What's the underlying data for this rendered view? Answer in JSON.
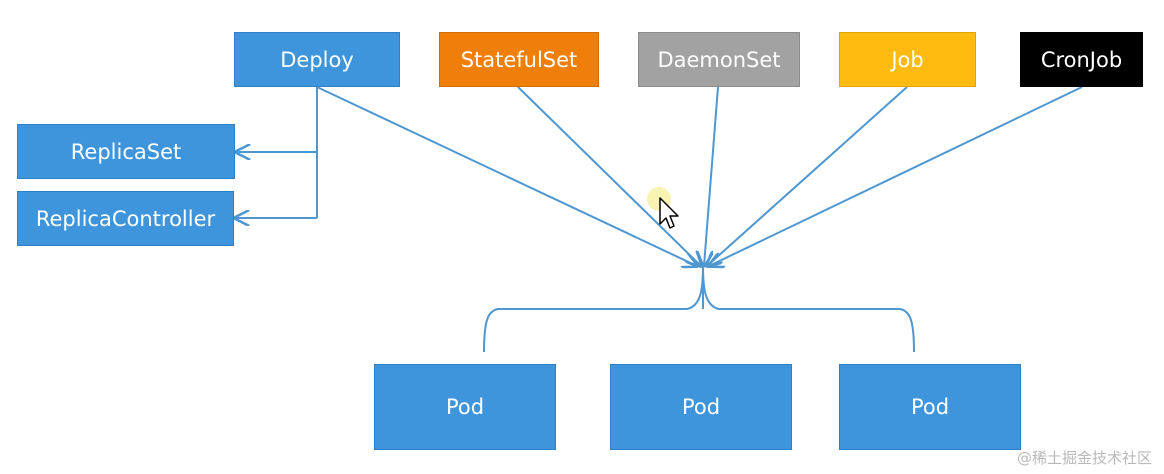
{
  "diagram": {
    "controllers": [
      {
        "label": "Deploy",
        "color": "#3e95db"
      },
      {
        "label": "StatefulSet",
        "color": "#f07f0a"
      },
      {
        "label": "DaemonSet",
        "color": "#a2a2a2"
      },
      {
        "label": "Job",
        "color": "#ffbb0f"
      },
      {
        "label": "CronJob",
        "color": "#000000"
      }
    ],
    "deploy_children": [
      {
        "label": "ReplicaSet"
      },
      {
        "label": "ReplicaController"
      }
    ],
    "pods": [
      {
        "label": "Pod"
      },
      {
        "label": "Pod"
      },
      {
        "label": "Pod"
      }
    ],
    "line_color": "#4f97d1",
    "watermark": "@稀土掘金技术社区"
  }
}
